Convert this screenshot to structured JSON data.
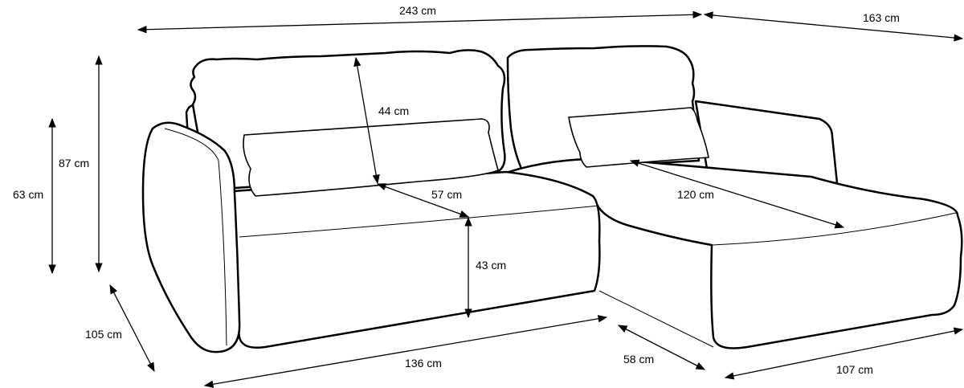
{
  "dimensions": {
    "total_width": "243 cm",
    "chaise_length": "163 cm",
    "total_height": "87 cm",
    "arm_height": "63 cm",
    "backrest_height": "44 cm",
    "seat_depth": "57 cm",
    "chaise_seat_length": "120 cm",
    "seat_height": "43 cm",
    "total_depth": "105 cm",
    "sofa_front_width": "136 cm",
    "chaise_side_depth": "58 cm",
    "chaise_width": "107 cm"
  }
}
